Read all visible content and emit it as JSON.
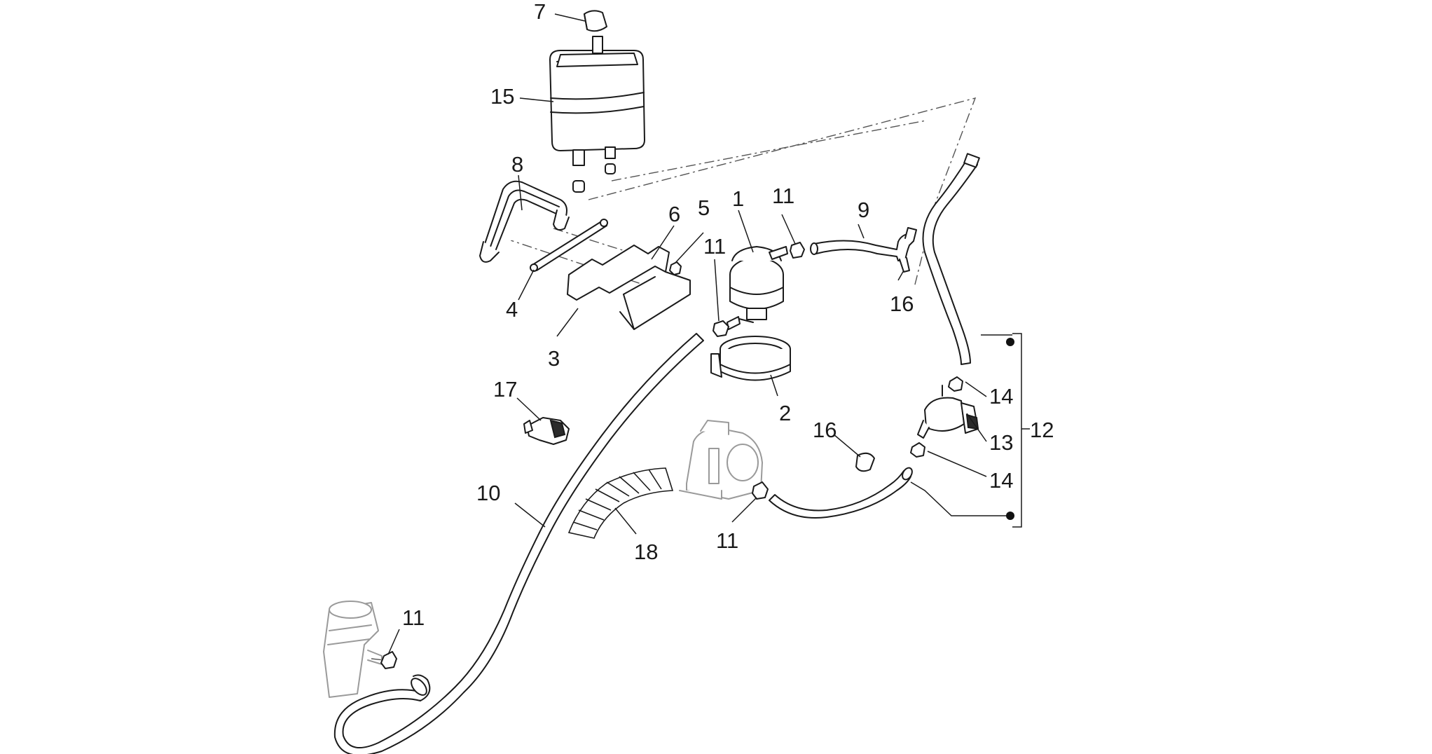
{
  "labels": {
    "l1": "1",
    "l2": "2",
    "l3": "3",
    "l4": "4",
    "l5": "5",
    "l6": "6",
    "l7": "7",
    "l8": "8",
    "l9": "9",
    "l10": "10",
    "l11a": "11",
    "l11b": "11",
    "l11c": "11",
    "l11d": "11",
    "l12": "12",
    "l13": "13",
    "l14a": "14",
    "l14b": "14",
    "l15": "15",
    "l16a": "16",
    "l16b": "16",
    "l17": "17",
    "l18": "18"
  },
  "colors": {
    "line": "#1a1a1a",
    "ghost_part": "#9a9a9a",
    "background": "#ffffff"
  }
}
